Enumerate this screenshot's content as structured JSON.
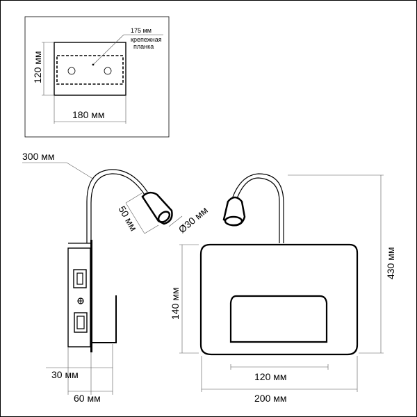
{
  "mount_plate": {
    "width_label": "180 мм",
    "height_label": "120 мм",
    "plate_width_label": "175 мм",
    "plate_name_line1": "крепежная",
    "plate_name_line2": "планка"
  },
  "side_view": {
    "arm_length_label": "300 мм",
    "head_length_label": "50 мм",
    "head_diameter_label": "Ø30 мм",
    "depth_inner_label": "30 мм",
    "depth_outer_label": "60 мм"
  },
  "front_view": {
    "height_label": "140 мм",
    "total_height_label": "430 мм",
    "inner_width_label": "120 мм",
    "width_label": "200 мм"
  }
}
